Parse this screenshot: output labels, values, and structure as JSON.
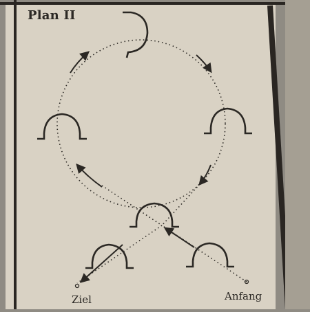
{
  "plan": {
    "title": "Plan II",
    "start_label": "Anfang",
    "end_label": "Ziel"
  },
  "colors": {
    "paper": "#d9d2c4",
    "ink": "#2b2824",
    "frame": "#2a2622"
  },
  "obstacles": [
    "top-hook",
    "left-arch",
    "right-arch",
    "center-arch",
    "lower-left-arch",
    "lower-right-arch"
  ]
}
